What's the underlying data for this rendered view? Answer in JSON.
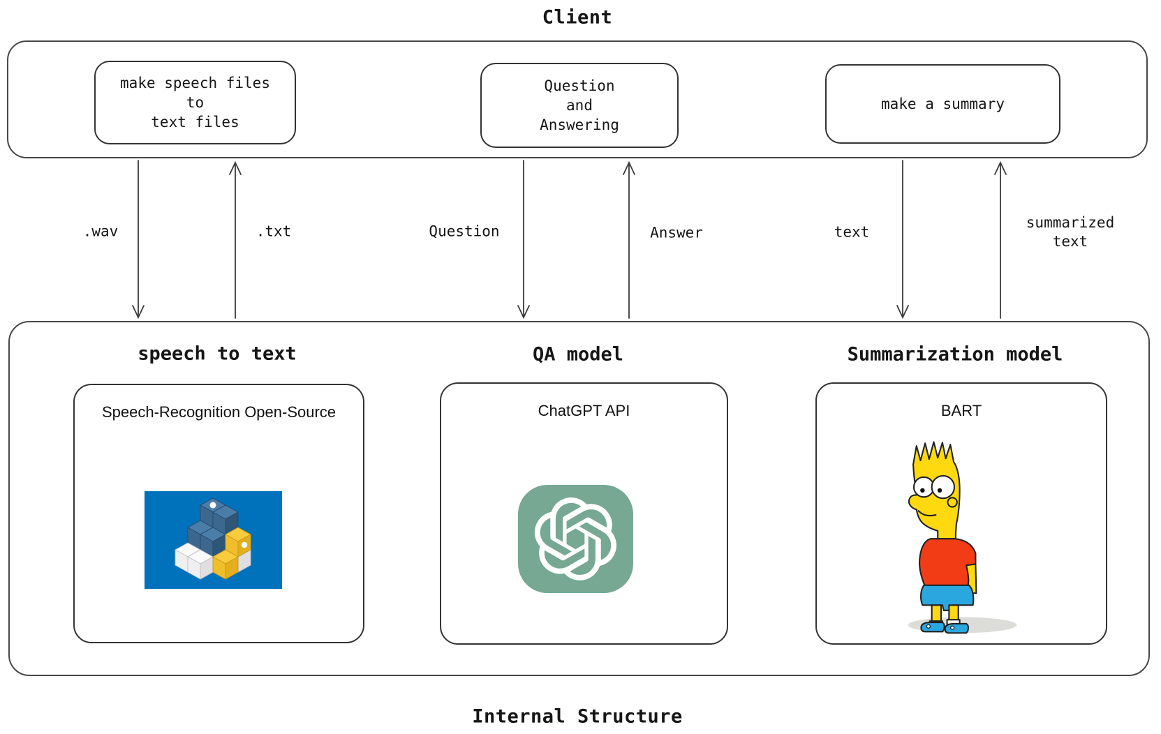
{
  "title": "Client",
  "footer_title": "Internal Structure",
  "client_panel": {
    "boxes": [
      {
        "lines": [
          "make speech files",
          "to",
          "text files"
        ]
      },
      {
        "lines": [
          "Question",
          "and",
          "Answering"
        ]
      },
      {
        "lines": [
          "make a summary"
        ]
      }
    ]
  },
  "flows": [
    {
      "label": ".wav",
      "direction": "down"
    },
    {
      "label": ".txt",
      "direction": "up"
    },
    {
      "label": "Question",
      "direction": "down"
    },
    {
      "label": "Answer",
      "direction": "up"
    },
    {
      "label": "text",
      "direction": "down"
    },
    {
      "label_lines": [
        "summarized",
        "text"
      ],
      "direction": "up"
    }
  ],
  "internal_panel": {
    "sections": [
      {
        "heading": "speech to text",
        "card_title": "Speech-Recognition Open-Source",
        "icon": "speechrecognition-cubes-logo"
      },
      {
        "heading": "QA model",
        "card_title": "ChatGPT API",
        "icon": "openai-chatgpt-logo"
      },
      {
        "heading": "Summarization model",
        "card_title": "BART",
        "icon": "bart-simpson-illustration"
      }
    ]
  },
  "colors": {
    "line": "#3a3a3a",
    "speechrecognition_blue": "#0072BC",
    "cube_blue_top": "#4B7DA9",
    "cube_yellow_top": "#F9CC3E",
    "chatgpt_green": "#76A894",
    "bart_skin_yellow": "#FFD90F",
    "bart_shirt_red": "#F23C16",
    "bart_shorts_blue": "#2BA7E0"
  }
}
